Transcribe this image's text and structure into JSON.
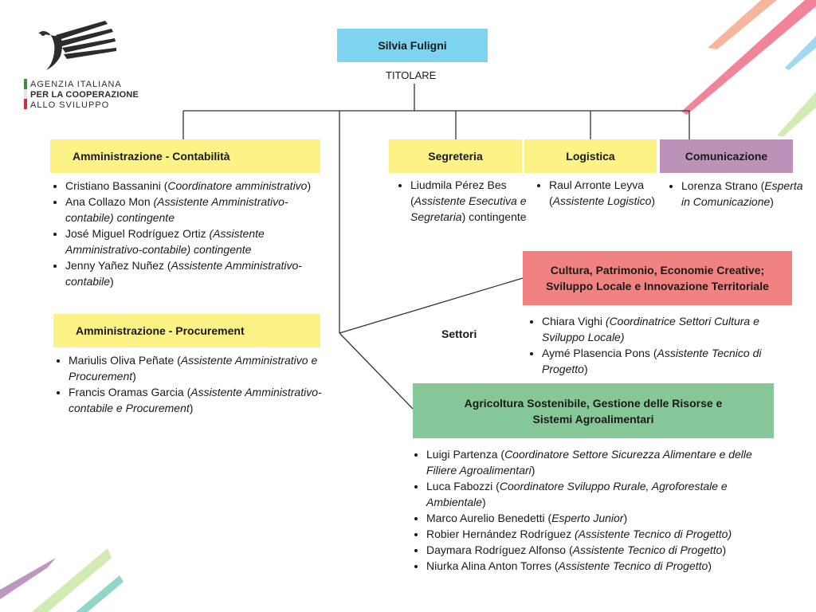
{
  "logo": {
    "line1": "AGENZIA ITALIANA",
    "line2": "PER LA COOPERAZIONE",
    "line3": "ALLO SVILUPPO"
  },
  "top": {
    "name": "Silvia Fuligni",
    "caption": "TITOLARE"
  },
  "settori_label": "Settori",
  "colors": {
    "yellow": "#fcf285",
    "blue": "#7ed3f0",
    "purple": "#bc92b8",
    "red": "#f08382",
    "green": "#85c796"
  },
  "departments": {
    "contabilita": {
      "title": "Amministrazione - Contabilità",
      "members": [
        {
          "name": "Cristiano Bassanini (",
          "role": "Coordinatore amministrativo",
          "tail": ")"
        },
        {
          "name": "Ana Collazo Mon ",
          "role": "(Assistente Amministrativo-contabile) contingente",
          "tail": ""
        },
        {
          "name": "José Miguel Rodríguez Ortiz ",
          "role": "(Assistente Amministrativo-contabile) contingente",
          "tail": ""
        },
        {
          "name": "Jenny Yañez Nuñez (",
          "role": "Assistente Amministrativo-contabile",
          "tail": ")"
        }
      ]
    },
    "procurement": {
      "title": "Amministrazione - Procurement",
      "members": [
        {
          "name": "Mariulis Oliva Peñate (",
          "role": "Assistente Amministrativo e Procurement",
          "tail": ")"
        },
        {
          "name": "Francis Oramas Garcia (",
          "role": "Assistente Amministrativo-contabile e Procurement",
          "tail": ")"
        }
      ]
    },
    "segreteria": {
      "title": "Segreteria",
      "members": [
        {
          "name": "Liudmila Pérez Bes (",
          "role": "Assistente Esecutiva e Segretaria",
          "tail": ") contingente"
        }
      ]
    },
    "logistica": {
      "title": "Logistica",
      "members": [
        {
          "name": "Raul Arronte Leyva (",
          "role": "Assistente Logistico",
          "tail": ")"
        }
      ]
    },
    "comunicazione": {
      "title": "Comunicazione",
      "members": [
        {
          "name": " Lorenza Strano (",
          "role": "Esperta in Comunicazione",
          "tail": ")"
        }
      ]
    },
    "cultura": {
      "title": "Cultura, Patrimonio, Economie Creative;\nSviluppo Locale e Innovazione Territoriale",
      "members": [
        {
          "name": "Chiara Vighi ",
          "role": "(Coordinatrice Settori Cultura e Sviluppo Locale)",
          "tail": ""
        },
        {
          "name": "Aymé Plasencia Pons (",
          "role": "Assistente Tecnico di Progetto",
          "tail": ")"
        }
      ]
    },
    "agricoltura": {
      "title": "Agricoltura Sostenibile, Gestione delle Risorse e\nSistemi Agroalimentari",
      "members": [
        {
          "name": "Luigi Partenza (",
          "role": "Coordinatore Settore Sicurezza Alimentare e delle Filiere Agroalimentari",
          "tail": ")"
        },
        {
          "name": "Luca Fabozzi (",
          "role": "Coordinatore Sviluppo Rurale, Agroforestale e Ambientale",
          "tail": ")"
        },
        {
          "name": "Marco Aurelio Benedetti (",
          "role": "Esperto Junior",
          "tail": ")"
        },
        {
          "name": "Robier Hernández Rodríguez ",
          "role": "(Assistente Tecnico di Progetto)",
          "tail": ""
        },
        {
          "name": "Daymara Rodríguez Alfonso (",
          "role": "Assistente Tecnico di Progetto",
          "tail": ")"
        },
        {
          "name": "Niurka Alina Anton Torres (",
          "role": "Assistente Tecnico di Progetto",
          "tail": ")"
        }
      ]
    }
  }
}
